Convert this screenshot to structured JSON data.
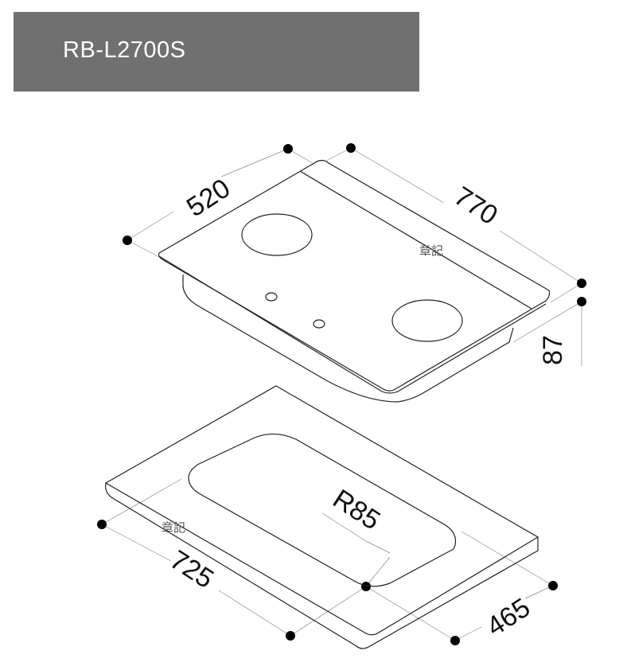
{
  "title": "RB-L2700S",
  "dimensions": {
    "depth_top": "520",
    "width_top": "770",
    "height": "87",
    "cutout_width": "725",
    "cutout_depth": "465",
    "corner_radius": "R85"
  },
  "watermark": "章記"
}
